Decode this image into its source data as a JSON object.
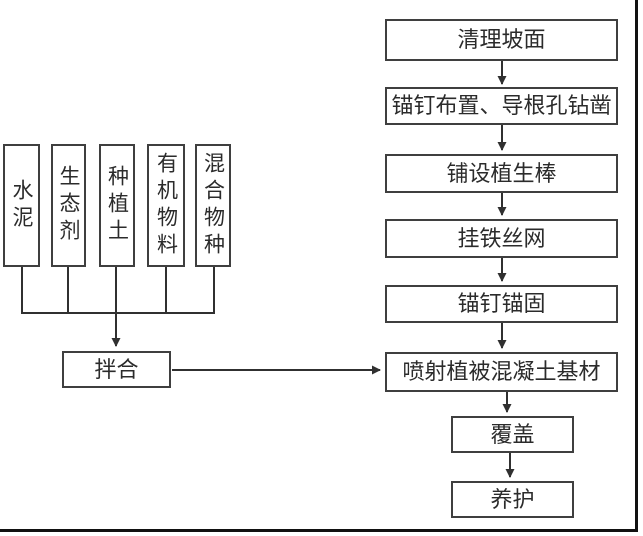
{
  "flowchart": {
    "materials": [
      {
        "label": "水泥"
      },
      {
        "label": "生态剂"
      },
      {
        "label": "种植土"
      },
      {
        "label": "有机物料"
      },
      {
        "label": "混合物种"
      }
    ],
    "mix_step": {
      "label": "拌合"
    },
    "main_steps": [
      {
        "label": "清理坡面"
      },
      {
        "label": "锚钉布置、导根孔钻凿"
      },
      {
        "label": "铺设植生棒"
      },
      {
        "label": "挂铁丝网"
      },
      {
        "label": "锚钉锚固"
      },
      {
        "label": "喷射植被混凝土基材"
      }
    ],
    "final_steps": [
      {
        "label": "覆盖"
      },
      {
        "label": "养护"
      }
    ],
    "colors": {
      "box_border": "#3f3f3f",
      "connector_line": "#303030",
      "text": "#2b2b2b",
      "page_border": "#111111",
      "background": "#ffffff"
    }
  }
}
